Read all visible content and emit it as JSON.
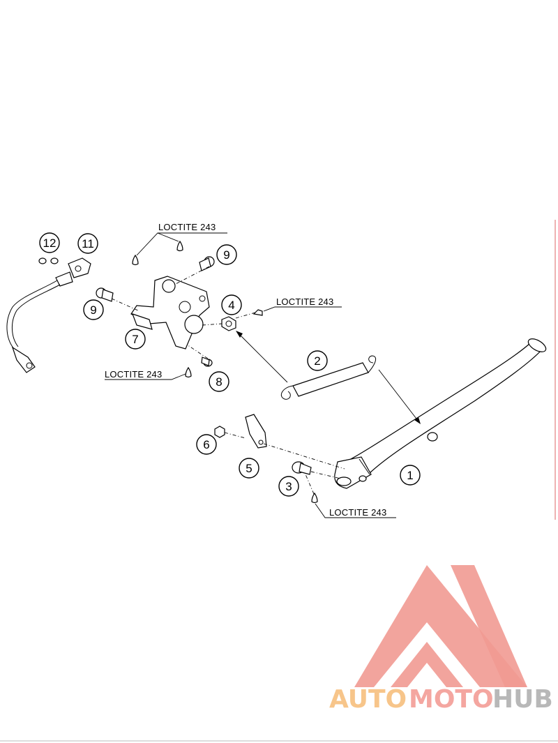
{
  "parts": [
    {
      "num": "1"
    },
    {
      "num": "2"
    },
    {
      "num": "3"
    },
    {
      "num": "4"
    },
    {
      "num": "5"
    },
    {
      "num": "6"
    },
    {
      "num": "7"
    },
    {
      "num": "8"
    },
    {
      "num": "9"
    },
    {
      "num": "9"
    },
    {
      "num": "11"
    },
    {
      "num": "12"
    }
  ],
  "loctite": [
    {
      "text": "LOCTITE 243"
    },
    {
      "text": "LOCTITE 243"
    },
    {
      "text": "LOCTITE 243"
    },
    {
      "text": "LOCTITE 243"
    }
  ],
  "watermark": {
    "auto": "AUTO",
    "moto": "MOTO",
    "hub": "HUB",
    "colors": {
      "auto": "#f7c58a",
      "moto": "#f4a6a0",
      "hub": "#b8b8b8",
      "logo": "#f19a92"
    }
  }
}
